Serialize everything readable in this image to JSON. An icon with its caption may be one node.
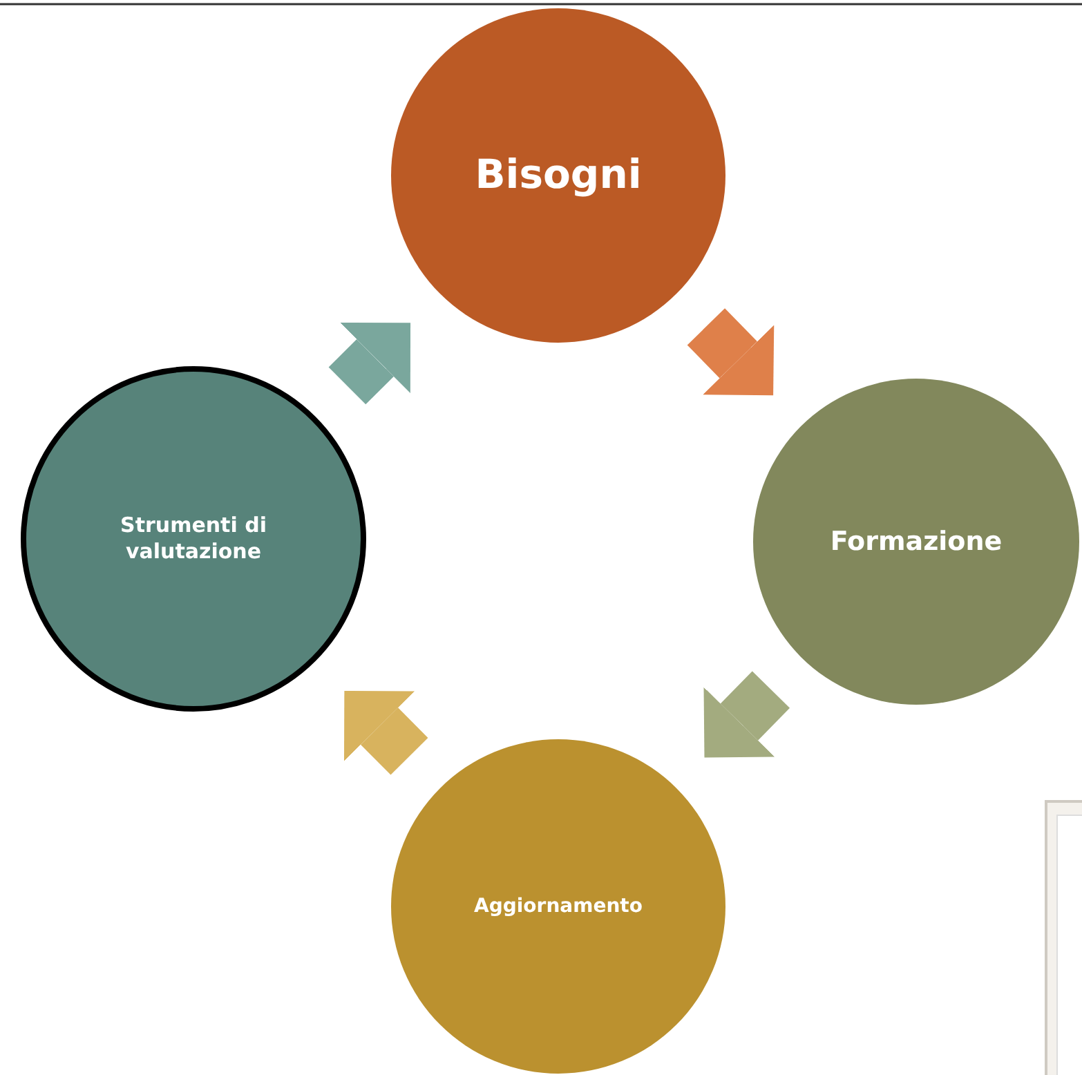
{
  "diagram": {
    "nodes": [
      {
        "text": [
          "Bisogni"
        ]
      },
      {
        "text": [
          "Formazione"
        ]
      },
      {
        "text": [
          "Aggiornamento"
        ]
      },
      {
        "text": [
          "Strumenti di valutazione"
        ]
      }
    ],
    "edges": [
      {
        "from": 0,
        "to": 1,
        "arrow": "to",
        "color": "#df804a"
      },
      {
        "from": 1,
        "to": 2,
        "arrow": "to",
        "color": "#a3ab7f"
      },
      {
        "from": 2,
        "to": 3,
        "arrow": "to",
        "color": "#d8b35e"
      },
      {
        "from": 3,
        "to": 0,
        "arrow": "to",
        "color": "#7aa79d"
      }
    ]
  }
}
